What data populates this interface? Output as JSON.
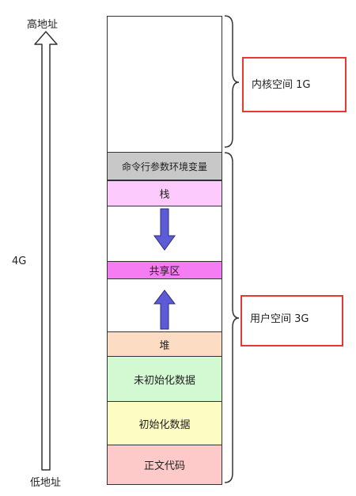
{
  "left_axis": {
    "top_label": "高地址",
    "middle_label": "4G",
    "bottom_label": "低地址"
  },
  "segments": {
    "kernel": {
      "label": "",
      "color": "#ffffff"
    },
    "cmdline_env": {
      "label": "命令行参数环境变量",
      "color": "#c8c8c8"
    },
    "stack": {
      "label": "栈",
      "color": "#fccafc"
    },
    "gap_upper": {
      "label": "",
      "color": "#ffffff"
    },
    "shared": {
      "label": "共享区",
      "color": "#f57cf2"
    },
    "gap_lower": {
      "label": "",
      "color": "#ffffff"
    },
    "heap": {
      "label": "堆",
      "color": "#fcdcc3"
    },
    "bss": {
      "label": "未初始化数据",
      "color": "#d3f9d3"
    },
    "data": {
      "label": "初始化数据",
      "color": "#fdfdc3"
    },
    "text": {
      "label": "正文代码",
      "color": "#fdc9c9"
    }
  },
  "arrows": {
    "stack_grow": {
      "direction": "down",
      "color": "#5c5cd6"
    },
    "heap_grow": {
      "direction": "up",
      "color": "#5c5cd6"
    }
  },
  "callouts": {
    "kernel_space": {
      "label": "内核空间 1G",
      "border_color": "#e53935"
    },
    "user_space": {
      "label": "用户空间 3G",
      "border_color": "#e53935"
    }
  }
}
